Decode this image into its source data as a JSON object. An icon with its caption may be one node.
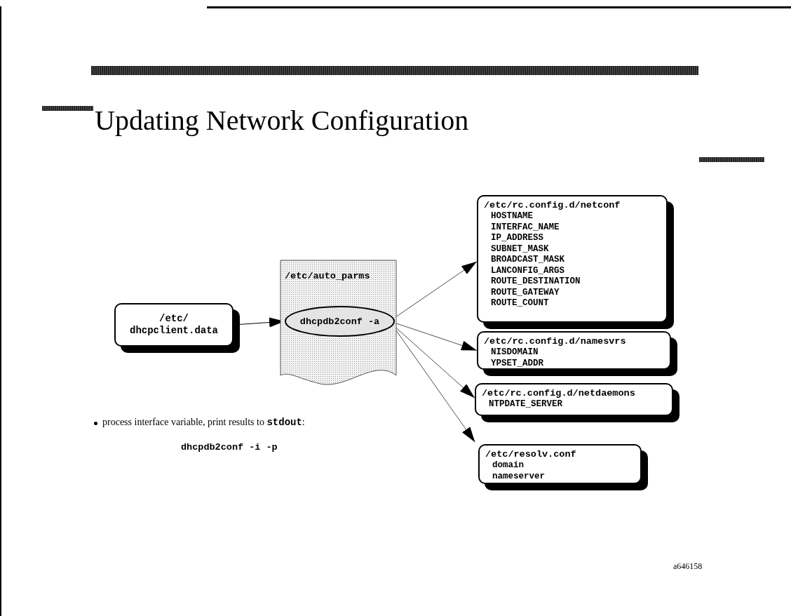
{
  "diagram": {
    "title": "Updating Network Configuration",
    "nodes": [
      {
        "text": [
          "/etc/ dhcpclient.data"
        ]
      },
      {
        "text": [
          "/etc/auto_parms"
        ]
      },
      {
        "text": [
          "dhcpdb2conf -a"
        ],
        "in": 1
      },
      {
        "text": [
          "/etc/rc.config.d/netconf",
          "HOSTNAME",
          "INTERFAC_NAME",
          "IP_ADDRESS",
          "SUBNET_MASK",
          "BROADCAST_MASK",
          "LANCONFIG_ARGS",
          "ROUTE_DESTINATION",
          "ROUTE_GATEWAY",
          "ROUTE_COUNT"
        ]
      },
      {
        "text": [
          "/etc/rc.config.d/namesvrs",
          "NISDOMAIN",
          "YPSET_ADDR"
        ]
      },
      {
        "text": [
          "/etc/rc.config.d/netdaemons",
          "NTPDATE_SERVER"
        ]
      },
      {
        "text": [
          "/etc/resolv.conf",
          "domain",
          "nameserver"
        ]
      }
    ],
    "edges": [
      {
        "from": 0,
        "to": 2,
        "arrow": "to"
      },
      {
        "from": 2,
        "to": 3,
        "arrow": "to"
      },
      {
        "from": 2,
        "to": 4,
        "arrow": "to"
      },
      {
        "from": 2,
        "to": 5,
        "arrow": "to"
      },
      {
        "from": 2,
        "to": 6,
        "arrow": "to"
      }
    ],
    "labels": [
      "process interface variable, print results to **stdout**:",
      "dhcpdb2conf -i -p",
      "a646158"
    ]
  }
}
